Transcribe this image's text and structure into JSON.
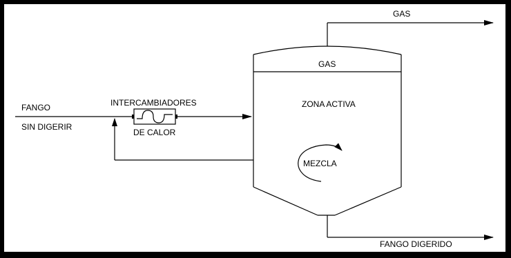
{
  "labels": {
    "gas_out": "GAS",
    "gas_top": "GAS",
    "fango": "FANGO",
    "sin_digerir": "SIN DIGERIR",
    "intercambiadores": "INTERCAMBIADORES",
    "de_calor": "DE  CALOR",
    "zona_activa": "ZONA ACTIVA",
    "mezcla": "MEZCLA",
    "fango_digerido": "FANGO DIGERIDO"
  }
}
